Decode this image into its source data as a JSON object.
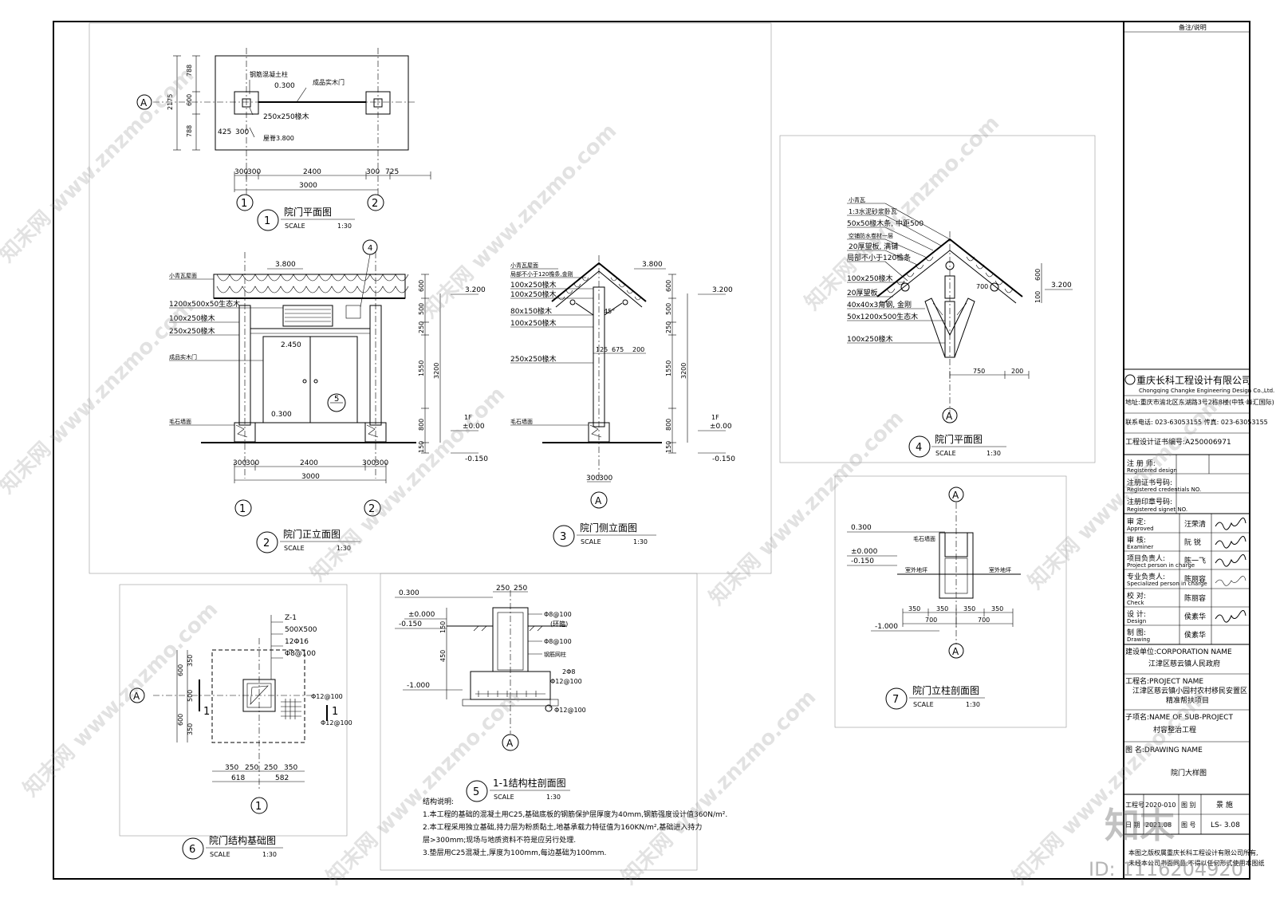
{
  "colors": {
    "line": "#000000",
    "frame_gray": "#999999",
    "background": "#ffffff"
  },
  "drawings": {
    "d1": {
      "num": "1",
      "title": "院门平面图",
      "scale_label": "SCALE",
      "scale_value": "1:30",
      "labels": {
        "rc_column": "钢筋混凝土柱",
        "timber": "250x250椽木",
        "gate": "成品实木门",
        "elev_0300": "0.300",
        "elev_3800": "屋脊3.800",
        "side_note": "425",
        "side_300": "300"
      },
      "dims_v": [
        "788",
        "600",
        "788",
        "2175"
      ],
      "dims_h": [
        "300",
        "300",
        "2400",
        "300",
        "725",
        "3000"
      ],
      "axis_a": "A",
      "axis_1": "1",
      "axis_2": "2"
    },
    "d2": {
      "num": "2",
      "title": "院门正立面图",
      "scale_label": "SCALE",
      "scale_value": "1:30",
      "labels": {
        "roof": "小青瓦屋面",
        "beam1": "1200x500x50生态木",
        "beam2": "100x250椽木",
        "beam3": "250x250椽木",
        "gate": "成品实木门",
        "stone": "毛石墙面",
        "h2450": "2.450",
        "h0300": "0.300",
        "elev_top": "3.800",
        "elev_3200": "3.200",
        "floor": "1F",
        "pm": "±0.00",
        "minus": "-0.150",
        "callout4": "4",
        "callout5": "5"
      },
      "dims_v": [
        "600",
        "500",
        "250",
        "1550",
        "800",
        "150",
        "3200"
      ],
      "dims_h": [
        "300",
        "300",
        "2400",
        "300",
        "300",
        "3000"
      ],
      "axis_1": "1",
      "axis_2": "2"
    },
    "d3": {
      "num": "3",
      "title": "院门侧立面图",
      "scale_label": "SCALE",
      "scale_value": "1:30",
      "labels": {
        "roof": "小青瓦屋面",
        "l1": "局部不小于120檐条,金刚",
        "l2": "100x250椽木",
        "l3": "100x250椽木",
        "l4": "80x150椽木",
        "l5": "100x250椽木",
        "l6": "250x250椽木",
        "stone": "毛石墙面",
        "elev_top": "3.800",
        "elev_3200": "3.200",
        "floor": "1F",
        "pm": "±0.00",
        "minus": "-0.150",
        "angle": "45°",
        "d125": "125",
        "d675": "675",
        "d200": "200",
        "d300a": "300",
        "d300b": "300"
      },
      "dims_v": [
        "600",
        "500",
        "250",
        "1550",
        "800",
        "150",
        "3200"
      ],
      "axis_a": "A"
    },
    "d4": {
      "num": "4",
      "title": "院门平面图",
      "scale_label": "SCALE",
      "scale_value": "1:30",
      "labels": [
        "小青瓦",
        "1:3水泥砂浆卧瓦",
        "50x50椽木条, 中距500",
        "空铺防水卷材一层",
        "20厚望板, 满铺",
        "局部不小于120檐条",
        "100x250椽木",
        "20厚望板",
        "40x40x3角钢, 金刚",
        "50x1200x500生态木",
        "100x250椽木"
      ],
      "dims": [
        "600",
        "100",
        "700",
        "750",
        "200",
        "3.200"
      ],
      "axis_a": "A"
    },
    "d5": {
      "num": "5",
      "title": "1-1结构柱剖面图",
      "scale_label": "SCALE",
      "scale_value": "1:30",
      "labels": {
        "r1": "Φ8@100",
        "r1b": "(环箍)",
        "r2": "Φ8@100",
        "r3": "钢筋网柱",
        "r4": "2Φ8",
        "r5": "Φ12@100",
        "r6": "Φ12@100",
        "e1": "0.300",
        "e2": "±0.000",
        "e3": "-0.150",
        "e4": "-1.000",
        "d1": "250",
        "d2": "250",
        "v1": "150",
        "v2": "450"
      },
      "axis_a": "A",
      "notes_title": "结构说明:",
      "notes": [
        "1.本工程的基础的混凝土用C25,基础底板的钢筋保护层厚度为40mm,钢筋强度设计值360N/m².",
        "2.本工程采用独立基础,持力层为粉质黏土,地基承载力特征值为160KN/m²,基础进入持力",
        "层>300mm;现场与地质资料不符是应另行处理.",
        "3.垫层用C25混凝土,厚度为100mm,每边基础为100mm."
      ]
    },
    "d6": {
      "num": "6",
      "title": "院门结构基础图",
      "scale_label": "SCALE",
      "scale_value": "1:30",
      "labels": {
        "z": "Z-1",
        "size": "500X500",
        "rebar": "12Φ16",
        "stir": "Φ8@100",
        "r1": "Φ12@100",
        "r2": "Φ12@100",
        "sec1": "1",
        "sec2": "1"
      },
      "dims_v": [
        "600",
        "350",
        "500",
        "600",
        "350"
      ],
      "dims_h": [
        "350",
        "250",
        "250",
        "350",
        "618",
        "582"
      ],
      "axis_a": "A",
      "axis_1": "1"
    },
    "d7": {
      "num": "7",
      "title": "院门立柱剖面图",
      "scale_label": "SCALE",
      "scale_value": "1:30",
      "labels": {
        "e1": "0.300",
        "e2": "±0.000",
        "e3": "-0.150",
        "e4": "-1.000",
        "stone": "毛石墙面",
        "f1": "室外地坪",
        "f2": "室外地坪"
      },
      "dims_h": [
        "350",
        "350",
        "350",
        "350",
        "700",
        "700"
      ],
      "axis_a": "A"
    }
  },
  "title_block": {
    "remark_header": "备注/说明",
    "company": "重庆长科工程设计有限公司",
    "company_en": "Chongqing Changke Engineering Design Co.,Ltd.",
    "address": "地址:重庆市渝北区东湖路3号2栋8楼(中铁·峰汇国际)",
    "contact": "联系电话: 023-63053155  传真: 023-63053155",
    "certificate": "工程设计证书编号:A250006971",
    "reg_rows": [
      {
        "cn": "注 册 师:",
        "en": "Registered design"
      },
      {
        "cn": "注册证书号码:",
        "en": "Registered credentials NO."
      },
      {
        "cn": "注册印章号码:",
        "en": "Registered signet NO."
      }
    ],
    "sign_rows": [
      {
        "cn": "审 定:",
        "en": "Approved",
        "name": "汪荣清"
      },
      {
        "cn": "审 核:",
        "en": "Examiner",
        "name": "阮 锐"
      },
      {
        "cn": "项目负责人:",
        "en": "Project person in charge",
        "name": "陈一飞"
      },
      {
        "cn": "专业负责人:",
        "en": "Specialized person in charge",
        "name": "陈丽容"
      },
      {
        "cn": "校 对:",
        "en": "Check",
        "name": "陈丽容"
      },
      {
        "cn": "设 计:",
        "en": "Design",
        "name": "侯素华"
      },
      {
        "cn": "制 图:",
        "en": "Drawing",
        "name": "侯素华"
      }
    ],
    "corp_label": "建设单位:CORPORATION NAME",
    "corp_value": "江津区慈云镇人民政府",
    "project_label": "工程名:PROJECT NAME",
    "project_value1": "江津区慈云镇小园村农村移民安置区",
    "project_value2": "精准帮扶项目",
    "sub_label": "子项名:NAME OF SUB-PROJECT",
    "sub_value": "村容整治工程",
    "drawing_label": "图 名:DRAWING NAME",
    "drawing_value": "院门大样图",
    "bottom_r1a": "工程号",
    "bottom_r1b": "2020-010",
    "bottom_r1c": "图 别",
    "bottom_r1d": "景 施",
    "bottom_r2a": "日 期",
    "bottom_r2b": "2021.08",
    "bottom_r2c": "图 号",
    "bottom_r2d": "LS- 3.08",
    "copyright1": "本图之版权属重庆长科工程设计有限公司所有,",
    "copyright2": "未经本公司书面同意,不得以任何形式使用本图纸"
  },
  "watermark": {
    "text": "知末网 www.znzmo.com",
    "brand": "知末",
    "id": "ID: 1116204920"
  }
}
